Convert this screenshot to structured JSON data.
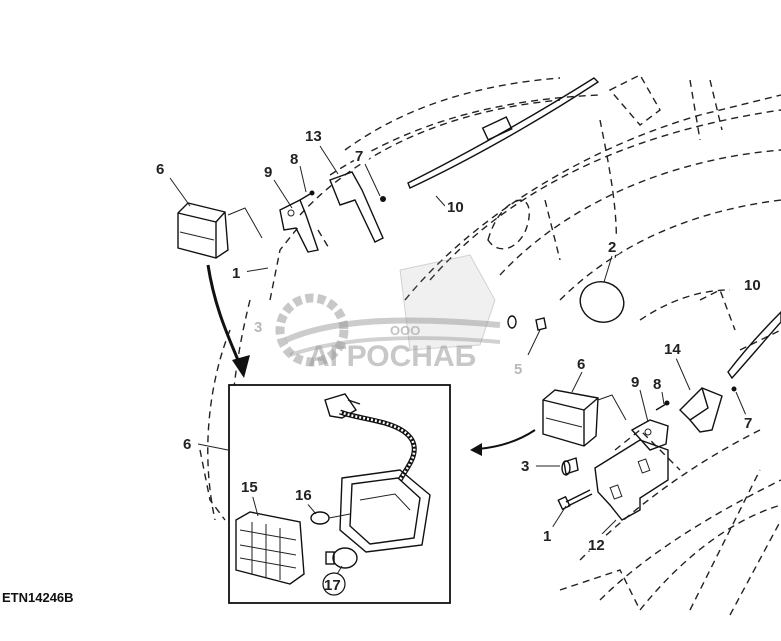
{
  "figure_id": "ETN14246B",
  "watermark": {
    "prefix": "ООО",
    "name": "АГРОСНАБ"
  },
  "callouts": {
    "c6a": "6",
    "c9a": "9",
    "c8a": "8",
    "c13": "13",
    "c7a": "7",
    "c10a": "10",
    "c2": "2",
    "c10b": "10",
    "c1a": "1",
    "c3a": "3",
    "c5": "5",
    "c6b": "6",
    "c9b": "9",
    "c8b": "8",
    "c14": "14",
    "c7b": "7",
    "c3b": "3",
    "c1b": "1",
    "c12": "12",
    "c6c": "6",
    "c15": "15",
    "c16": "16",
    "c17": "17"
  }
}
